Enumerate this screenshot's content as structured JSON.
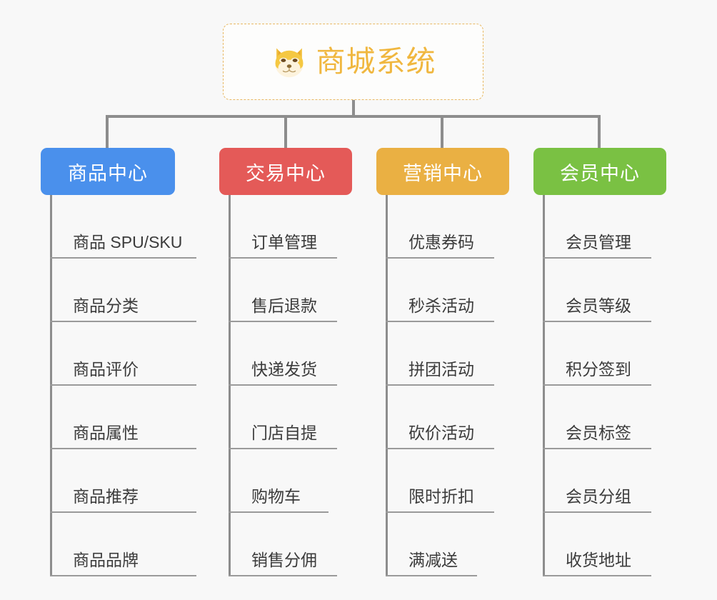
{
  "root": {
    "title": "商城系统",
    "icon": "shiba-dog-icon",
    "accent_color": "#f0b73f",
    "border_color": "#e8b862",
    "background": "#fdfdfc"
  },
  "canvas": {
    "background": "#f8f8f8",
    "connector_color": "#8d8d8d",
    "leaf_rule_color": "#9a9a9a",
    "leaf_text_color": "#3b3b3b"
  },
  "columns": [
    {
      "id": "product-center",
      "label": "商品中心",
      "color": "#4a90ec",
      "items": [
        "商品 SPU/SKU",
        "商品分类",
        "商品评价",
        "商品属性",
        "商品推荐",
        "商品品牌"
      ]
    },
    {
      "id": "trade-center",
      "label": "交易中心",
      "color": "#e45a58",
      "items": [
        "订单管理",
        "售后退款",
        "快递发货",
        "门店自提",
        "购物车",
        "销售分佣"
      ]
    },
    {
      "id": "marketing-center",
      "label": "营销中心",
      "color": "#eab043",
      "items": [
        "优惠券码",
        "秒杀活动",
        "拼团活动",
        "砍价活动",
        "限时折扣",
        "满减送"
      ]
    },
    {
      "id": "member-center",
      "label": "会员中心",
      "color": "#7ac143",
      "items": [
        "会员管理",
        "会员等级",
        "积分签到",
        "会员标签",
        "会员分组",
        "收货地址"
      ]
    }
  ]
}
